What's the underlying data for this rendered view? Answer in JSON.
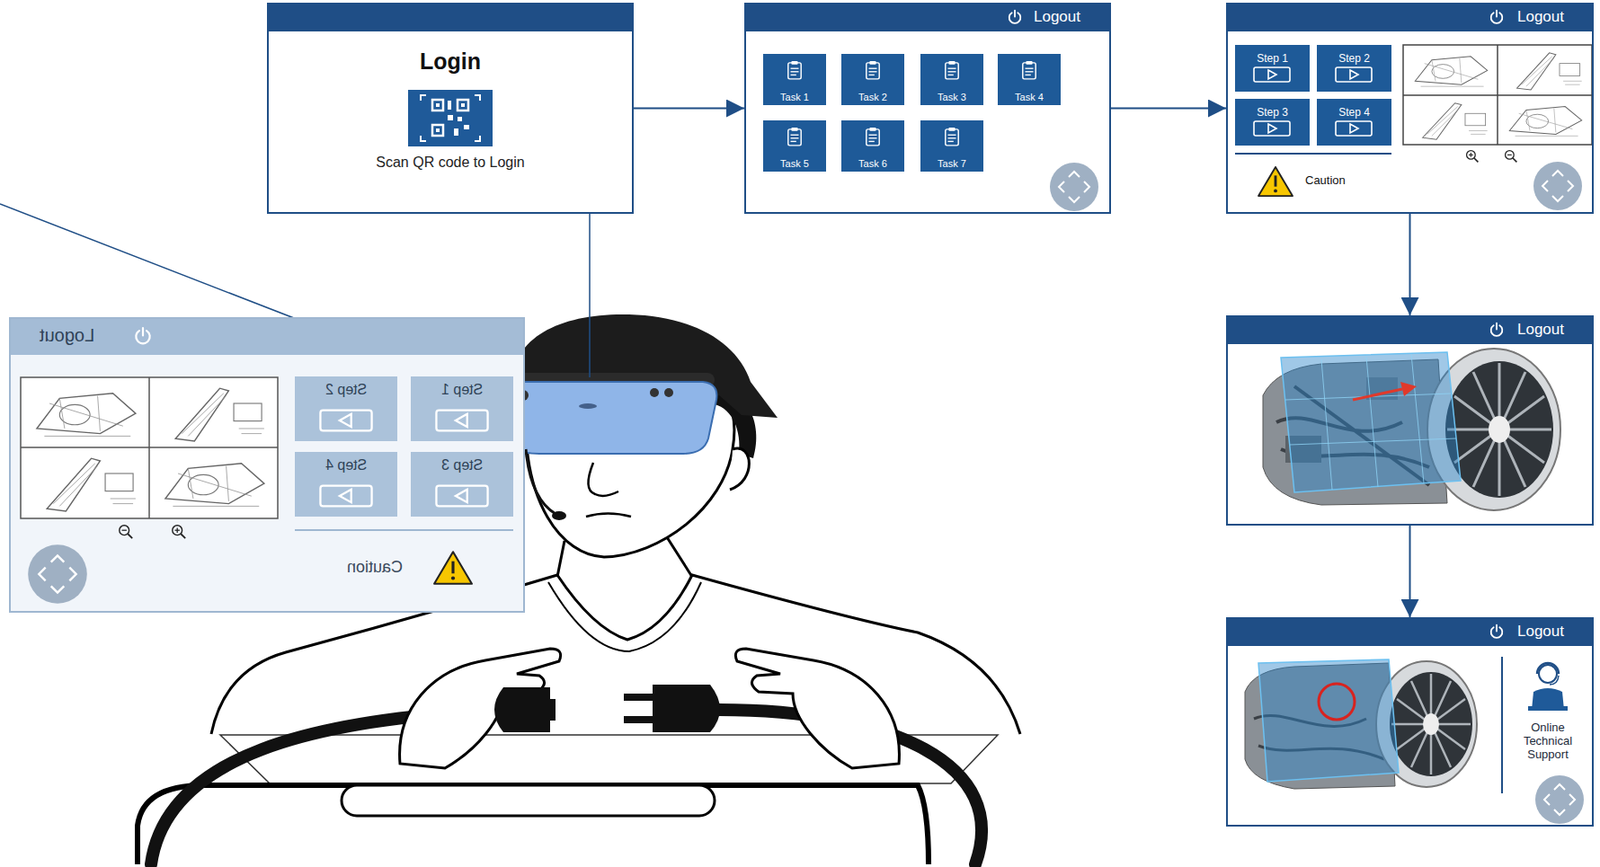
{
  "diagram": {
    "nodes": [
      {
        "text": [
          "Login",
          "Scan QR code to Login"
        ]
      },
      {
        "text": [
          "Logout"
        ]
      },
      {
        "text": [
          "Task 1"
        ],
        "in": 1
      },
      {
        "text": [
          "Task 2"
        ],
        "in": 1
      },
      {
        "text": [
          "Task 3"
        ],
        "in": 1
      },
      {
        "text": [
          "Task 4"
        ],
        "in": 1
      },
      {
        "text": [
          "Task 5"
        ],
        "in": 1
      },
      {
        "text": [
          "Task 6"
        ],
        "in": 1
      },
      {
        "text": [
          "Task 7"
        ],
        "in": 1
      },
      {
        "text": [
          "Logout",
          "Caution"
        ]
      },
      {
        "text": [
          "Step 1"
        ],
        "in": 9
      },
      {
        "text": [
          "Step 2"
        ],
        "in": 9
      },
      {
        "text": [
          "Step 3"
        ],
        "in": 9
      },
      {
        "text": [
          "Step 4"
        ],
        "in": 9
      },
      {
        "text": [
          "Logout"
        ]
      },
      {
        "text": [
          "Logout",
          "Online Technical Support"
        ]
      },
      {
        "text": [
          "Logout",
          "Caution"
        ]
      },
      {
        "text": [
          "Step 1"
        ],
        "in": 16
      },
      {
        "text": [
          "Step 2"
        ],
        "in": 16
      },
      {
        "text": [
          "Step 3"
        ],
        "in": 16
      },
      {
        "text": [
          "Step 4"
        ],
        "in": 16
      }
    ],
    "edges": [
      {
        "from": 0,
        "to": 1,
        "arrow": "to"
      },
      {
        "from": 1,
        "to": 9,
        "arrow": "to"
      },
      {
        "from": 9,
        "to": 14,
        "arrow": "to"
      },
      {
        "from": 14,
        "to": 15,
        "arrow": "to"
      }
    ]
  }
}
